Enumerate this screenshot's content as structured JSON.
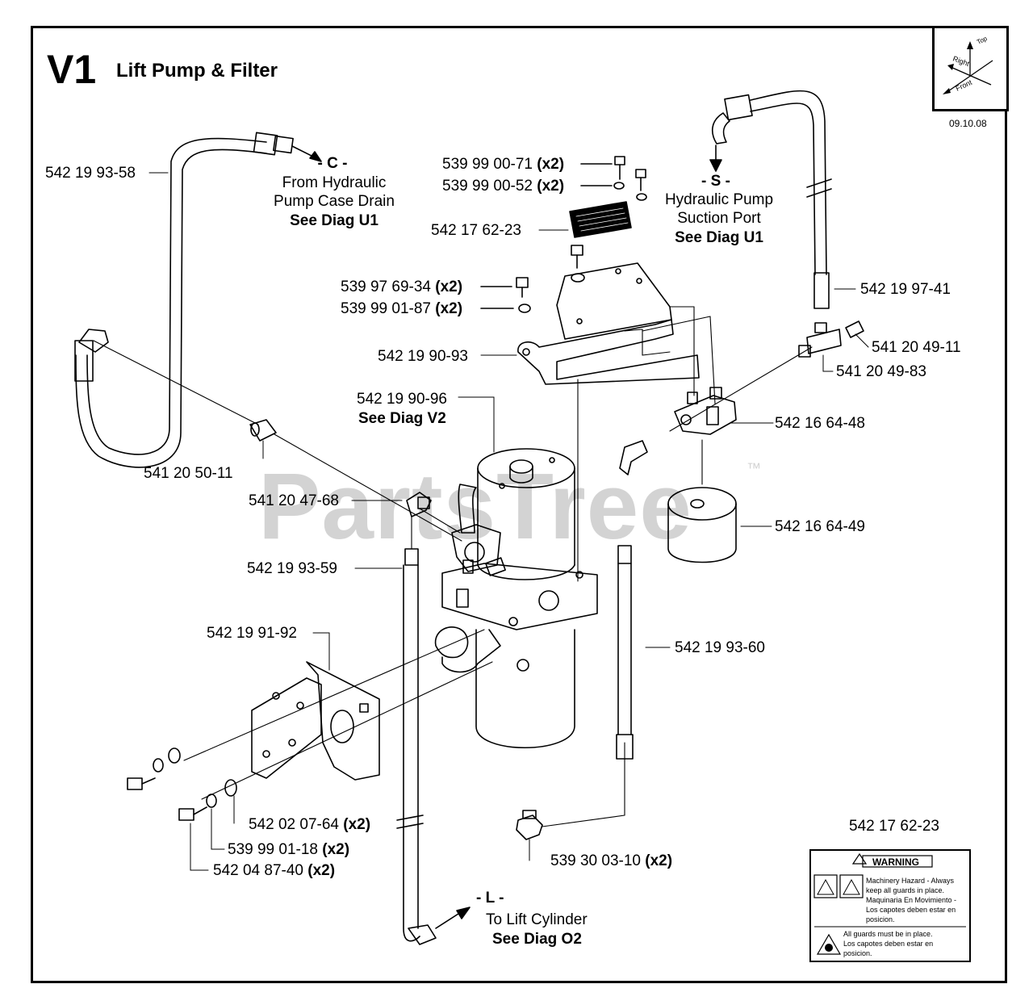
{
  "header": {
    "code": "V1",
    "title": "Lift Pump & Filter",
    "date": "09.10.08",
    "compass": {
      "top": "Top",
      "right": "Right",
      "front": "Front"
    }
  },
  "watermark": {
    "text": "PartsTree",
    "mark": "™"
  },
  "connections": {
    "c": {
      "tag": "- C -",
      "line1": "From Hydraulic",
      "line2": "Pump Case Drain",
      "ref": "See Diag U1"
    },
    "s": {
      "tag": "- S -",
      "line1": "Hydraulic Pump",
      "line2": "Suction Port",
      "ref": "See Diag U1"
    },
    "l": {
      "tag": "- L -",
      "line1": "To Lift Cylinder",
      "ref": "See Diag O2"
    },
    "pump_ref": "See Diag V2"
  },
  "parts": [
    {
      "number": "542 19 93-58",
      "qty": ""
    },
    {
      "number": "539 99 00-71",
      "qty": "(x2)"
    },
    {
      "number": "539 99 00-52",
      "qty": "(x2)"
    },
    {
      "number": "542 17 62-23",
      "qty": ""
    },
    {
      "number": "539 97 69-34",
      "qty": "(x2)"
    },
    {
      "number": "539 99 01-87",
      "qty": "(x2)"
    },
    {
      "number": "542 19 90-93",
      "qty": ""
    },
    {
      "number": "542 19 90-96",
      "qty": ""
    },
    {
      "number": "541 20 50-11",
      "qty": ""
    },
    {
      "number": "541 20 47-68",
      "qty": ""
    },
    {
      "number": "542 19 93-59",
      "qty": ""
    },
    {
      "number": "542 19 91-92",
      "qty": ""
    },
    {
      "number": "542 02 07-64",
      "qty": "(x2)"
    },
    {
      "number": "539 99 01-18",
      "qty": "(x2)"
    },
    {
      "number": "542 04 87-40",
      "qty": "(x2)"
    },
    {
      "number": "539 30 03-10",
      "qty": "(x2)"
    },
    {
      "number": "542 19 93-60",
      "qty": ""
    },
    {
      "number": "542 16 64-49",
      "qty": ""
    },
    {
      "number": "542 16 64-48",
      "qty": ""
    },
    {
      "number": "541 20 49-83",
      "qty": ""
    },
    {
      "number": "541 20 49-11",
      "qty": ""
    },
    {
      "number": "542 19 97-41",
      "qty": ""
    }
  ],
  "decal": {
    "part_number": "542 17 62-23",
    "heading": "WARNING",
    "text1": [
      "Machinery Hazard - Always",
      "keep all guards in place.",
      "Maquinaria En Movimiento -",
      "Los capotes deben estar en",
      "posicion."
    ],
    "text2": [
      "All guards must be in place.",
      "Los capotes deben estar en",
      "posicion."
    ]
  }
}
